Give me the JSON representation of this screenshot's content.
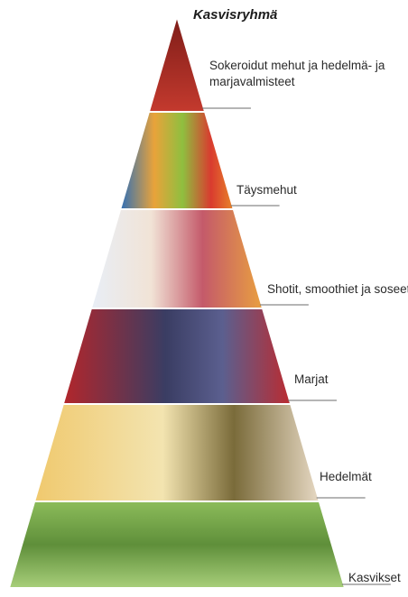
{
  "title": "Kasvisryhmä",
  "levels": [
    {
      "label_lines": [
        "Sokeroidut mehut ja hedelmä- ja",
        "marjavalmisteet"
      ],
      "color": "#b8342c",
      "name": "sugary-juices"
    },
    {
      "label_lines": [
        "Täysmehut"
      ],
      "color": "#d98a3a",
      "name": "pure-juices"
    },
    {
      "label_lines": [
        "Shotit, smoothiet ja soseet"
      ],
      "color": "#c9b9b0",
      "name": "shots-smoothies"
    },
    {
      "label_lines": [
        "Marjat"
      ],
      "color": "#a9323a",
      "name": "berries"
    },
    {
      "label_lines": [
        "Hedelmät"
      ],
      "color": "#d9b86a",
      "name": "fruits"
    },
    {
      "label_lines": [
        "Kasvikset"
      ],
      "color": "#6a9a45",
      "name": "vegetables"
    }
  ],
  "colors": {
    "leader": "#6b6b6b",
    "band_edge": "#ffffff"
  }
}
